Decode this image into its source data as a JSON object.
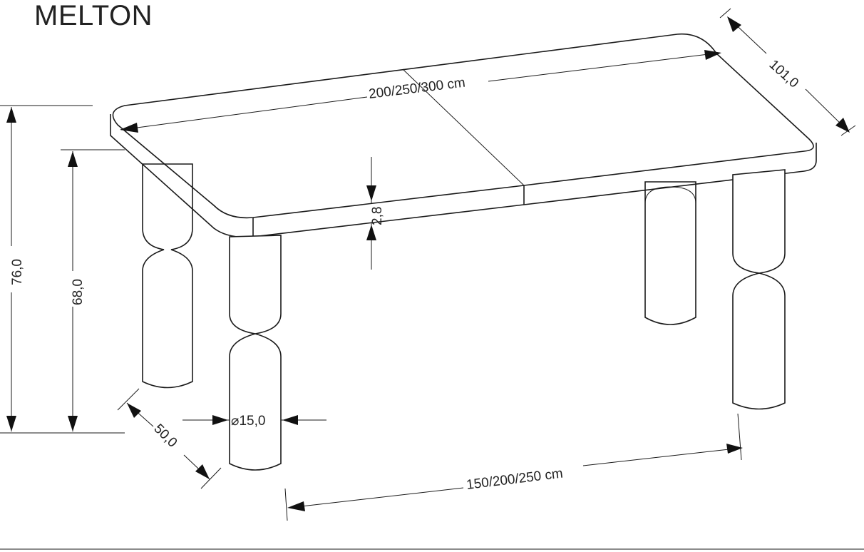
{
  "title": "MELTON",
  "dimensions": {
    "length": "200/250/300 cm",
    "width": "101,0",
    "total_height": "76,0",
    "leg_height": "68,0",
    "top_thickness": "2,8",
    "leg_diameter": "⌀15,0",
    "leg_depth_spacing": "50,0",
    "leg_length_spacing": "150/200/250 cm"
  }
}
